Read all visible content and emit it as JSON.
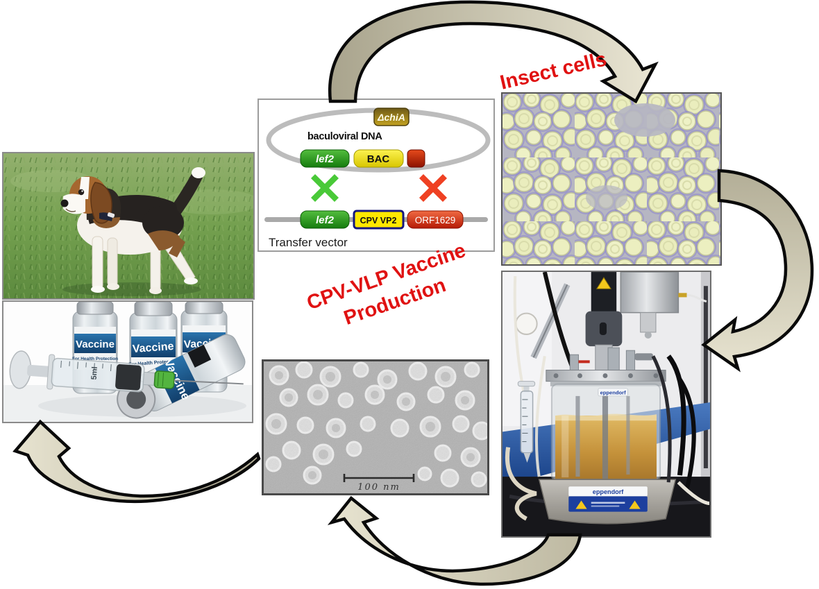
{
  "figure": {
    "title_line1": "CPV-VLP Vaccine",
    "title_line2": "Production",
    "insect_cells_label": "Insect cells"
  },
  "transfer_vector": {
    "deleted_gene": "ΔchiA",
    "plasmid_label": "baculoviral DNA",
    "plasmid_gene_left": "lef2",
    "plasmid_gene_mid": "BAC",
    "vector_gene_left": "lef2",
    "vector_gene_mid": "CPV VP2",
    "vector_gene_right": "ORF1629",
    "caption": "Transfer vector"
  },
  "vlp_micrograph": {
    "scale_label": "100 nm"
  },
  "vaccine_photo": {
    "vial_label": "Vaccine",
    "vial_sublabel": "For Health Protection",
    "syringe_volume": "5ml"
  },
  "bioreactor_photo": {
    "brand": "eppendorf"
  },
  "colors": {
    "accent_red": "#e01212",
    "arrow_fill_light": "#e7e3d0",
    "arrow_fill_dark": "#aca690",
    "arrow_outline": "#0a0a0a",
    "vial_band_blue": "#1a5c94",
    "gene_green": "#2f9e1f",
    "gene_yellow": "#f3e600",
    "gene_red": "#cc2505",
    "deleted_gene_gold": "#b5961c"
  }
}
